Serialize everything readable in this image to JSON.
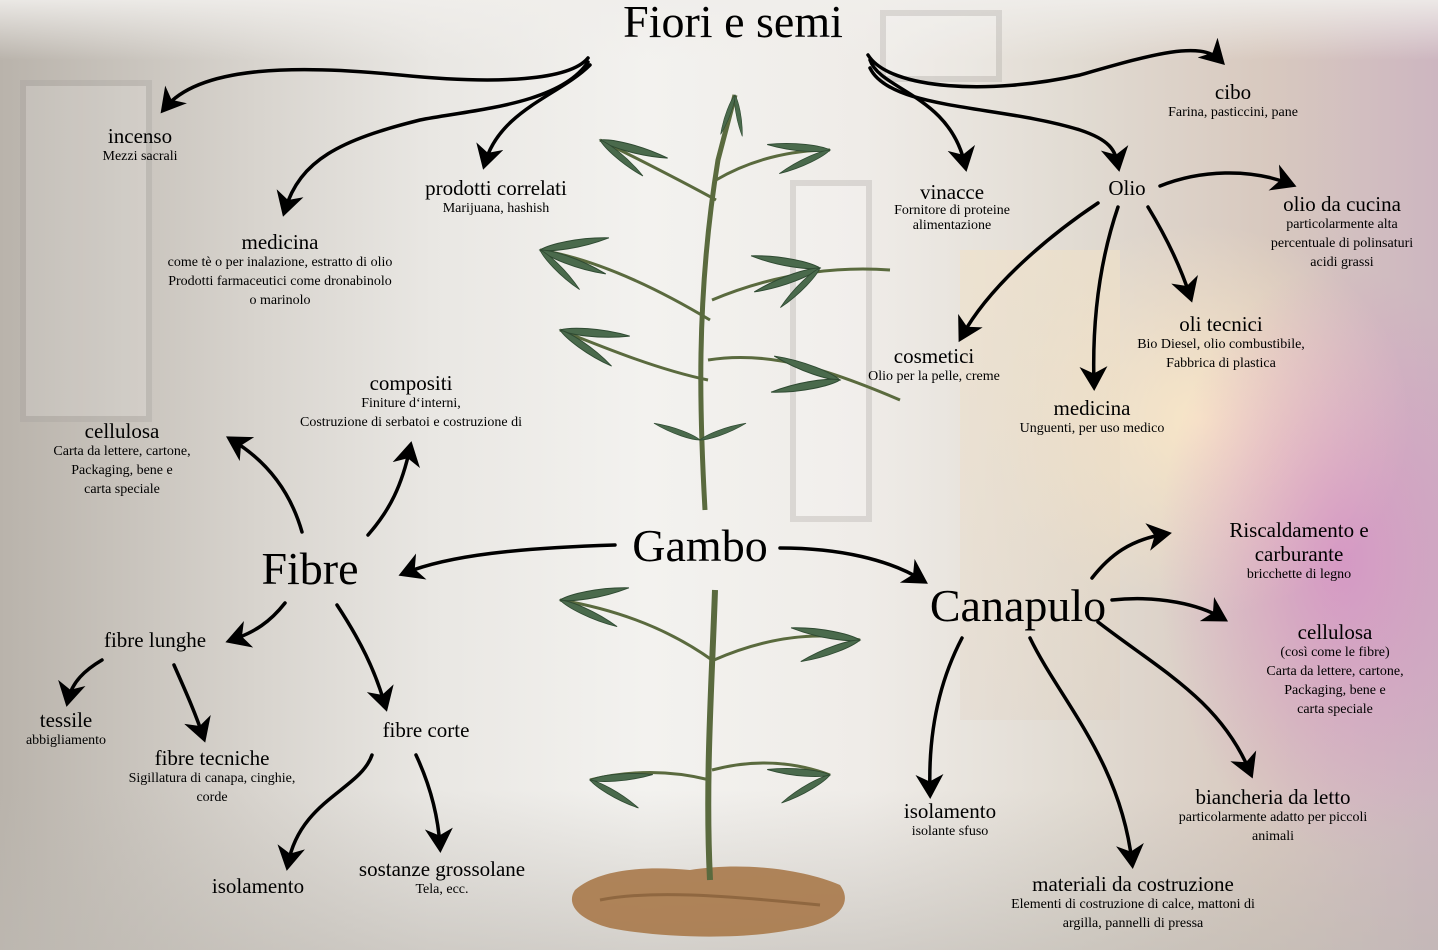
{
  "hubs": {
    "fiori": "Fiori e semi",
    "gambo": "Gambo",
    "fibre": "Fibre",
    "canapulo": "Canapulo"
  },
  "fiori_items": {
    "incenso": {
      "title": "incenso",
      "lines": [
        "Mezzi sacrali"
      ]
    },
    "prodotti": {
      "title": "prodotti correlati",
      "lines": [
        "Marijuana, hashish"
      ]
    },
    "medicina": {
      "title": "medicina",
      "lines": [
        "come tè o per inalazione, estratto di olio",
        "Prodotti farmaceutici come dronabinolo",
        "o marinolo"
      ]
    },
    "vinacce": {
      "title": "vinacce",
      "lines": [
        "Fornitore di proteine",
        "alimentazione"
      ]
    },
    "cibo": {
      "title": "cibo",
      "lines": [
        "Farina, pasticcini, pane"
      ]
    },
    "olio": {
      "title": "Olio"
    }
  },
  "olio_items": {
    "cucina": {
      "title": "olio da cucina",
      "lines": [
        "particolarmente alta",
        "percentuale di polinsaturi",
        "acidi grassi"
      ]
    },
    "cosmetici": {
      "title": "cosmetici",
      "lines": [
        "Olio per la pelle, creme"
      ]
    },
    "tecnici": {
      "title": "oli tecnici",
      "lines": [
        "Bio Diesel, olio combustibile,",
        "Fabbrica di plastica"
      ]
    },
    "medicina": {
      "title": "medicina",
      "lines": [
        "Unguenti, per uso medico"
      ]
    }
  },
  "fibre_items": {
    "cellulosa": {
      "title": "cellulosa",
      "lines": [
        "Carta da lettere, cartone,",
        "Packaging, bene e",
        "carta speciale"
      ]
    },
    "compositi": {
      "title": "compositi",
      "lines": [
        "Finiture d‘interni,",
        "Costruzione di serbatoi e costruzione di"
      ]
    },
    "lunghe": {
      "title": "fibre lunghe"
    },
    "tessile": {
      "title": "tessile",
      "lines": [
        "abbigliamento"
      ]
    },
    "tecniche": {
      "title": "fibre tecniche",
      "lines": [
        "Sigillatura di canapa, cinghie,",
        "corde"
      ]
    },
    "corte": {
      "title": "fibre corte"
    },
    "isolamento": {
      "title": "isolamento"
    },
    "grossolane": {
      "title": "sostanze grossolane",
      "lines": [
        "Tela, ecc."
      ]
    }
  },
  "canapulo_items": {
    "riscaldamento": {
      "title_lines": [
        "Riscaldamento e",
        "carburante"
      ],
      "lines": [
        "bricchette di legno"
      ]
    },
    "cellulosa": {
      "title": "cellulosa",
      "lines": [
        "(così come le fibre)",
        "Carta da lettere, cartone,",
        "Packaging, bene e",
        "carta speciale"
      ]
    },
    "isolamento": {
      "title": "isolamento",
      "lines": [
        "isolante sfuso"
      ]
    },
    "biancheria": {
      "title": "biancheria da letto",
      "lines": [
        "particolarmente adatto per piccoli",
        "animali"
      ]
    },
    "materiali": {
      "title": "materiali da costruzione",
      "lines": [
        "Elementi di costruzione di calce, mattoni di",
        "argilla, pannelli di pressa"
      ]
    }
  },
  "colors": {
    "text": "#000000",
    "arrow": "#000000",
    "leaf": "#4a6a4c",
    "stem": "#5a6a3e",
    "soil": "#a8794a"
  },
  "icons": [
    "hemp-plant-illustration",
    "arrow"
  ]
}
